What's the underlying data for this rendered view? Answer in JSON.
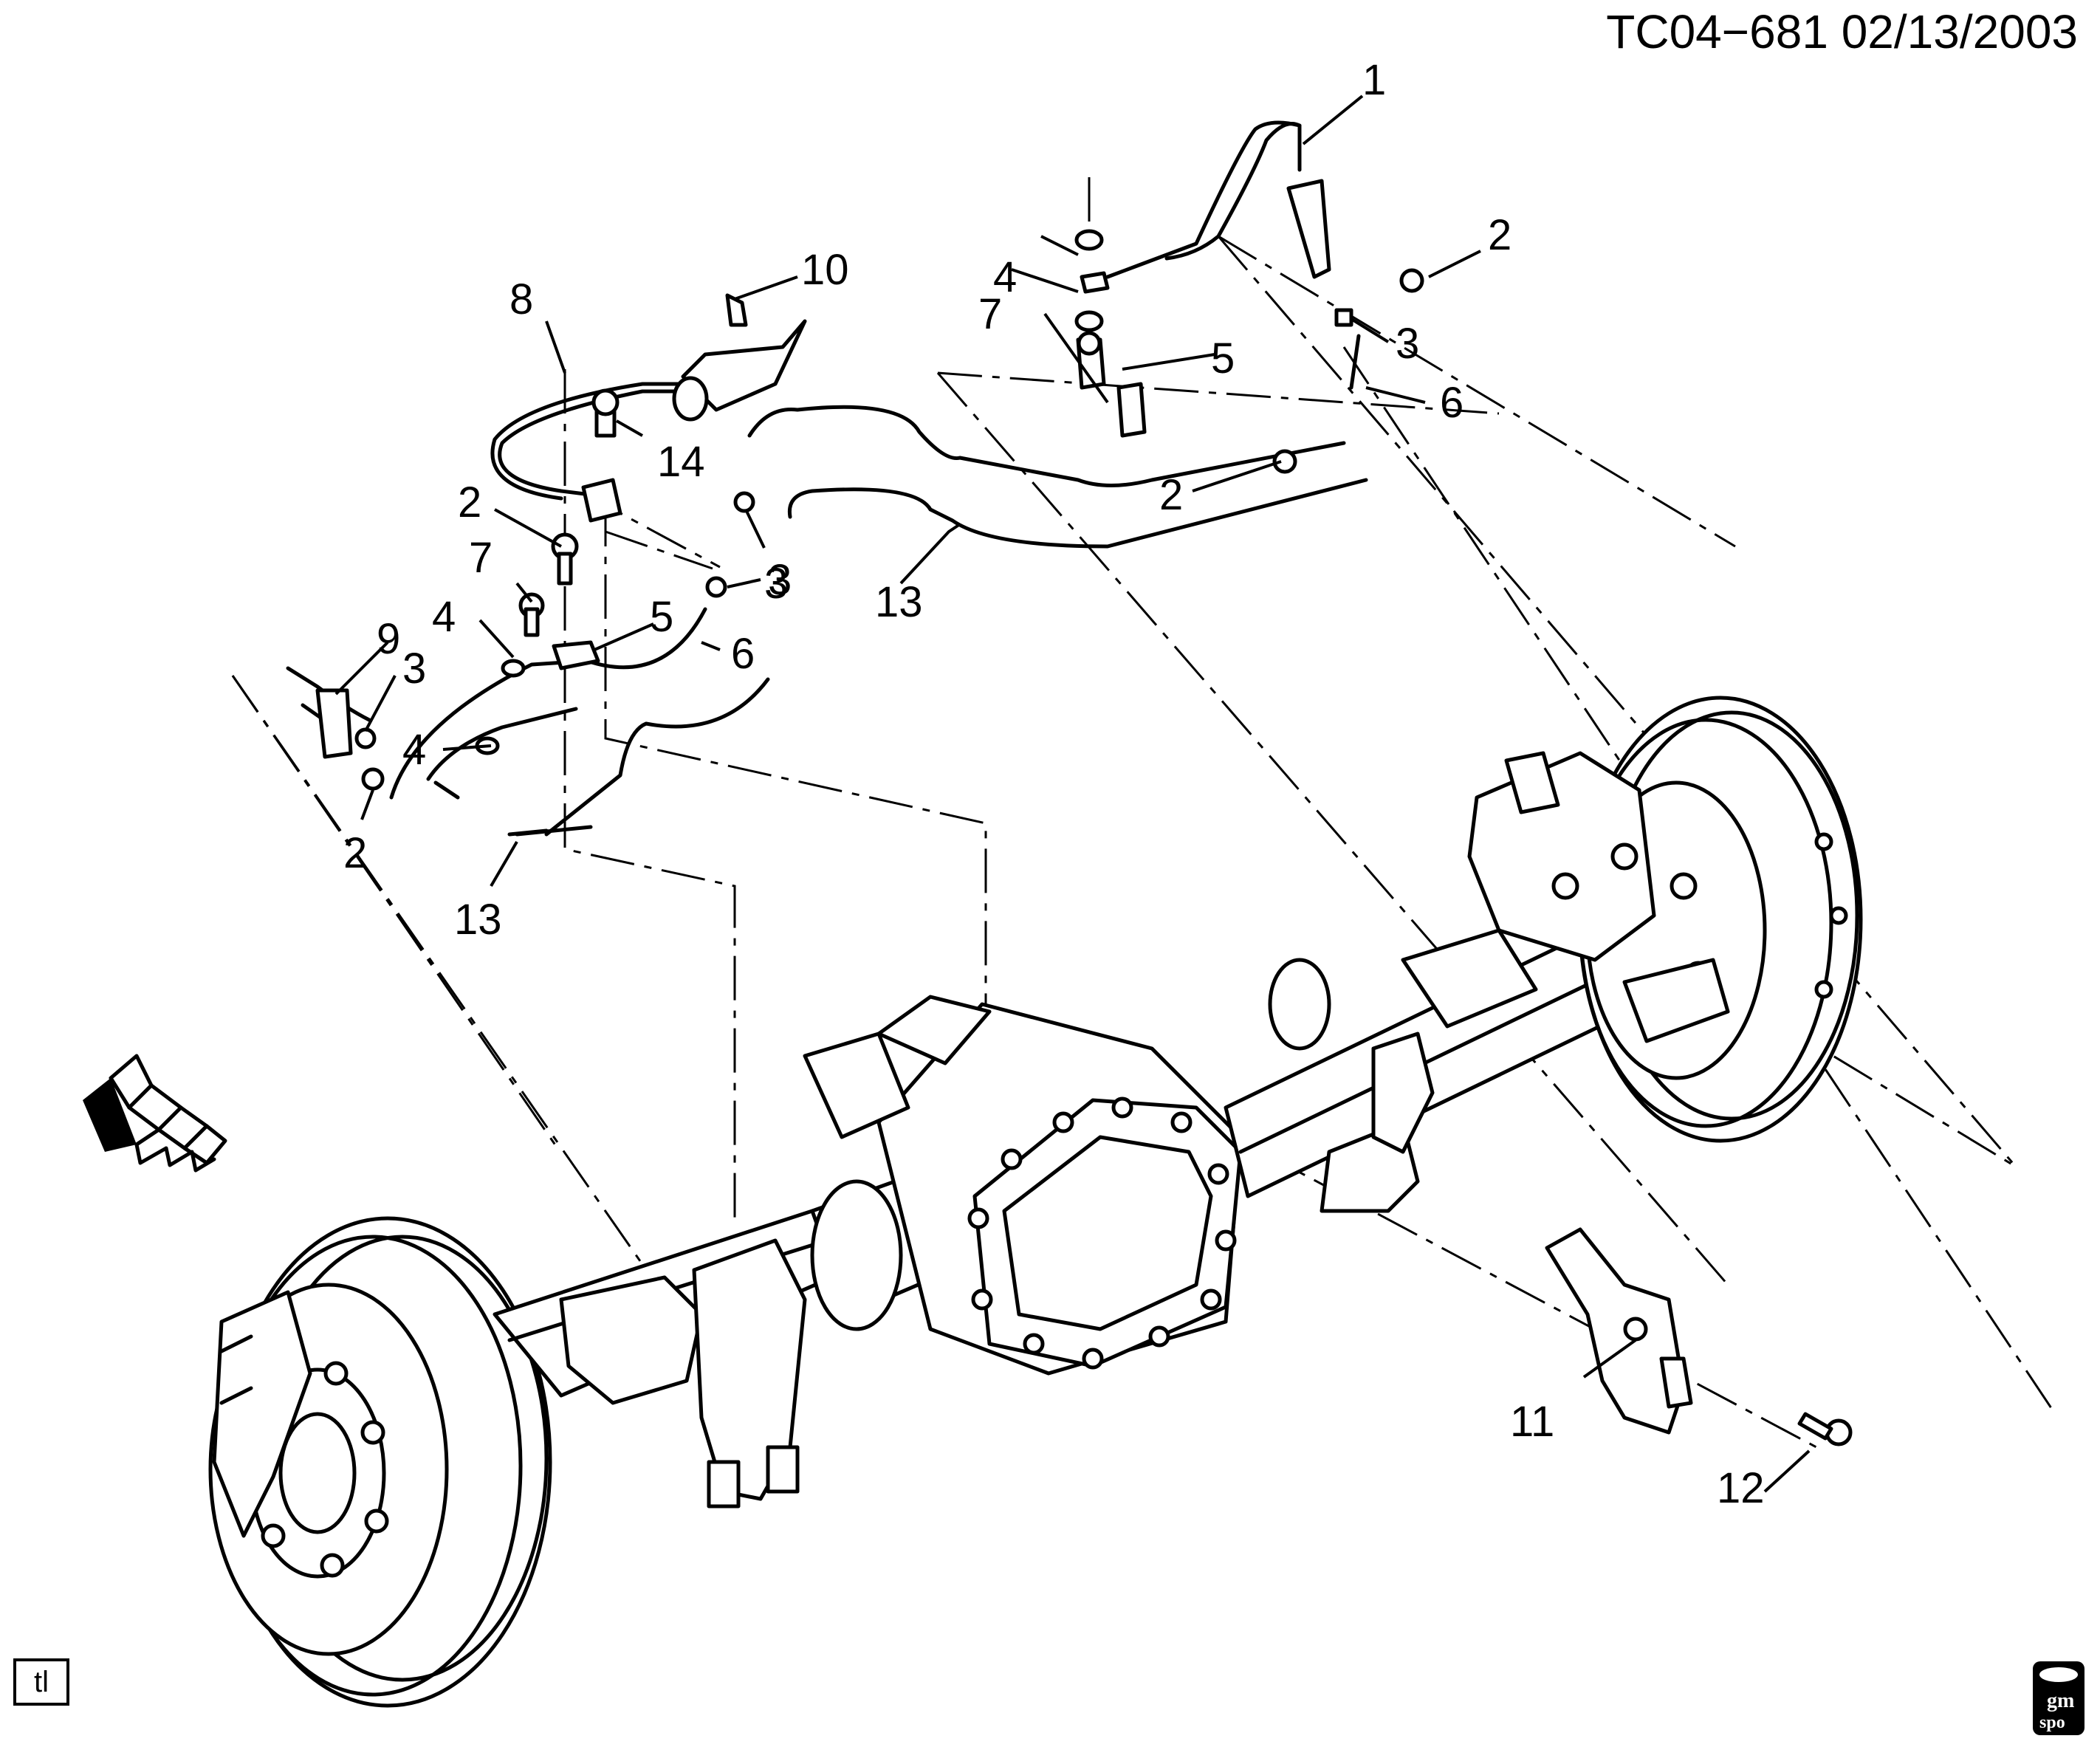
{
  "header": {
    "code": "TC04−681  02/13/2003"
  },
  "view_tag": "tl",
  "logo": {
    "top": "gm",
    "bottom": "spo"
  },
  "callouts": {
    "c1": "1",
    "c2a": "2",
    "c2b": "2",
    "c2c": "2",
    "c2d": "2",
    "c3a": "3",
    "c3b": "3",
    "c3c": "3",
    "c3d": "3",
    "c4a": "4",
    "c4b": "4",
    "c4c": "4",
    "c5a": "5",
    "c5b": "5",
    "c6a": "6",
    "c6b": "6",
    "c7a": "7",
    "c7b": "7",
    "c8": "8",
    "c9": "9",
    "c10": "10",
    "c11": "11",
    "c12": "12",
    "c13a": "13",
    "c13b": "13",
    "c14": "14"
  },
  "icons": {
    "front_arrow": "front-direction-arrow-icon",
    "logo": "gm-spo-logo-icon"
  }
}
